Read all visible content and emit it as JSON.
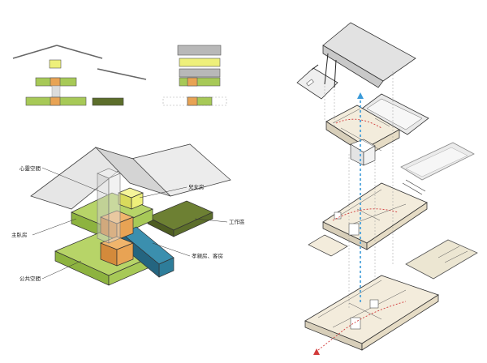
{
  "colors": {
    "green_light": "#a7c957",
    "green_mid": "#8db33f",
    "green_dark": "#5c6e2b",
    "yellow": "#eef07a",
    "orange": "#e8a354",
    "teal": "#2e7d9a",
    "grey_block": "#b8b8b8",
    "roof": "#e6e6e6",
    "stroke": "#444444",
    "floor": "#f3ecdc",
    "axis_blue": "#3a9ad9",
    "path_red": "#d23b3b"
  },
  "labels": {
    "spiritual_space": "心靈空間",
    "children_room": "兒女房",
    "work_area": "工作區",
    "master_bedroom": "主臥房",
    "parents_guest_room": "孝親房、客房",
    "public_space": "公共空間"
  }
}
